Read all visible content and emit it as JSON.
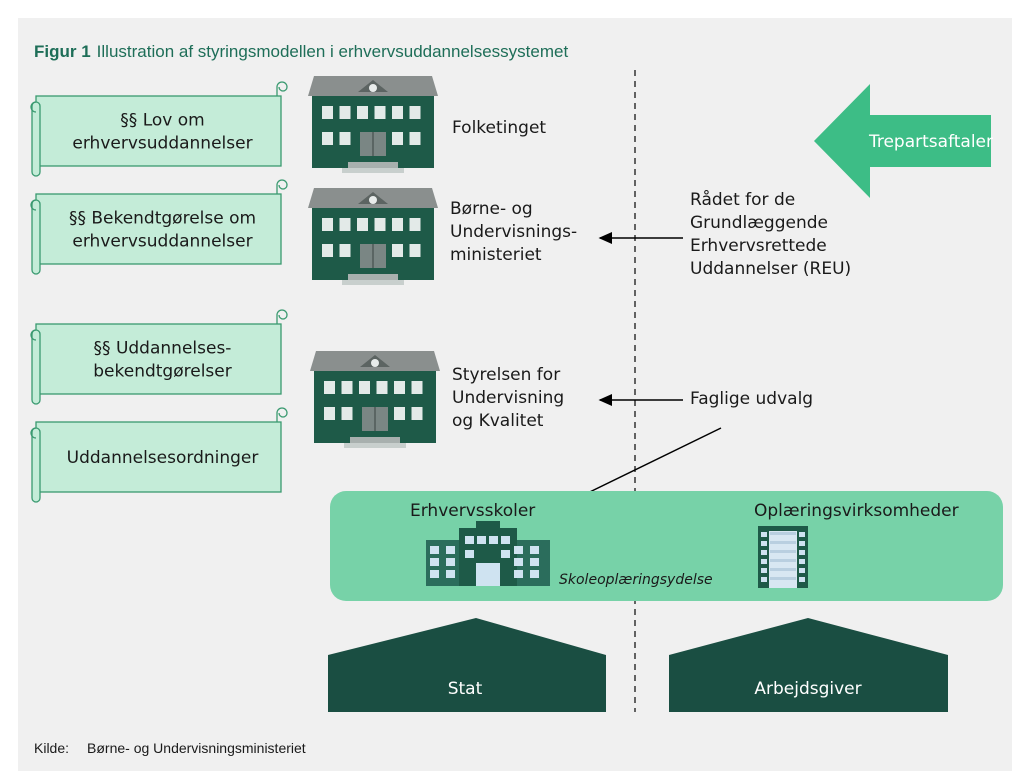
{
  "figure": {
    "label": "Figur 1",
    "title": "Illustration af styringsmodellen i erhvervsuddannelsessystemet"
  },
  "scrolls": [
    {
      "lines": [
        "§§ Lov om",
        "erhvervsuddannelser"
      ]
    },
    {
      "lines": [
        "§§ Bekendtgørelse om",
        "erhvervsuddannelser"
      ]
    },
    {
      "lines": [
        "§§ Uddannelses-",
        "bekendtgørelser"
      ]
    },
    {
      "lines": [
        "Uddannelsesordninger"
      ]
    }
  ],
  "institutions": [
    {
      "lines": [
        "Folketinget"
      ]
    },
    {
      "lines": [
        "Børne- og",
        "Undervisnings-",
        "ministeriet"
      ]
    },
    {
      "lines": [
        "Styrelsen for",
        "Undervisning",
        "og Kvalitet"
      ]
    }
  ],
  "council": {
    "lines": [
      "Rådet for de",
      "Grundlæggende",
      "Erhvervsrettede",
      "Uddannelser (REU)"
    ]
  },
  "committees": {
    "lines": [
      "Faglige udvalg"
    ]
  },
  "tripartite": "Trepartsaftaler",
  "bottom_box": {
    "schools_label": "Erhvervsskoler",
    "companies_label": "Oplæringsvirksomheder",
    "allowance_label": "Skoleoplæringsydelse"
  },
  "houses": {
    "left": "Stat",
    "right": "Arbejdsgiver"
  },
  "source": {
    "prefix": "Kilde:",
    "text": "Børne- og Undervisningsministeriet"
  },
  "colors": {
    "title_green": "#1e6e58",
    "scroll_fill": "#c4ecd8",
    "scroll_stroke": "#3a9a70",
    "building_dark": "#1e5a48",
    "roof_gray": "#8a8f8e",
    "box_green": "#77d2a8",
    "arrow_green": "#3dbd86",
    "house_dark": "#1a4e42",
    "background": "#f0f0f0"
  }
}
